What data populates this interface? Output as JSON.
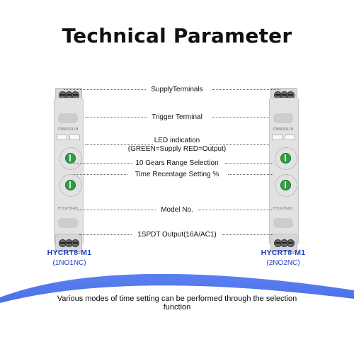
{
  "title": "Technical Parameter",
  "labels": {
    "supply_terminals": "SupplyTerminals",
    "trigger_terminal": "Trigger Terminal",
    "led_indication": "LED indication",
    "led_colors": "(GREEN=Supply RED=Output)",
    "gears": "10 Gears Range Selection",
    "time_percentage": "Time Recentage Setting %",
    "model_no": "Model No.",
    "output": "1SPDT Output(16A/AC1)"
  },
  "devices": [
    {
      "model": "HYCRT8-M1",
      "variant": "(1NO1NC)",
      "brand": "CNNOOLIN",
      "panel_model": "HYCRT8-M1"
    },
    {
      "model": "HYCRT8-M1",
      "variant": "(2NO2NC)",
      "brand": "CNNOOLIN",
      "panel_model": "HYCRT8-M1"
    }
  ],
  "footer": "Various modes of time setting can be performed through the selection function",
  "colors": {
    "accent_blue": "#1f3fc2",
    "wave_blue": "#3a63e8",
    "knob_green": "#2f9e44"
  }
}
